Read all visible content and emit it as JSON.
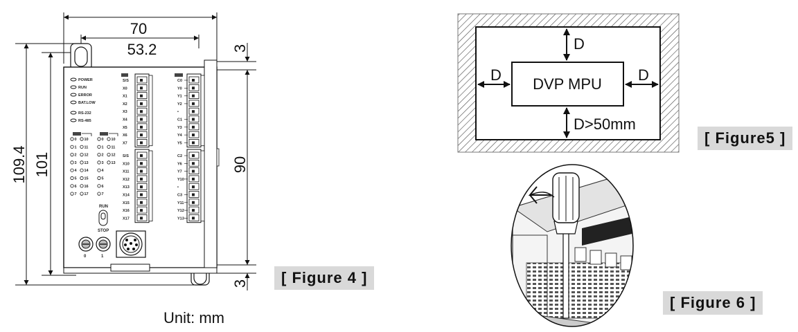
{
  "figure4": {
    "caption": "[ Figure 4 ]",
    "unit_label": "Unit: mm",
    "dims": {
      "width_total": "70",
      "width_holes": "53.2",
      "height_total": "109.4",
      "height_holes": "101",
      "height_body": "90",
      "margin_top": "3",
      "margin_bottom": "3"
    },
    "leds": [
      "POWER",
      "RUN",
      "ERROR",
      "BAT.LOW",
      "RS-232",
      "RS-485"
    ],
    "io_grid_left": [
      [
        "0",
        "10"
      ],
      [
        "1",
        "11"
      ],
      [
        "2",
        "12"
      ],
      [
        "3",
        "13"
      ],
      [
        "4",
        "14"
      ],
      [
        "5",
        "15"
      ],
      [
        "6",
        "16"
      ],
      [
        "7",
        "17"
      ]
    ],
    "io_grid_right": [
      [
        "0",
        "10"
      ],
      [
        "1",
        "11"
      ],
      [
        "2",
        "12"
      ],
      [
        "3",
        "13"
      ],
      [
        "4",
        ""
      ],
      [
        "5",
        ""
      ],
      [
        "6",
        ""
      ],
      [
        "7",
        ""
      ]
    ],
    "inputs_top": [
      "S/S",
      "X0",
      "X1",
      "X2",
      "X3",
      "X4",
      "X5",
      "X6",
      "X7"
    ],
    "inputs_bottom": [
      "S/S",
      "X10",
      "X11",
      "X12",
      "X13",
      "X14",
      "X15",
      "X16",
      "X17"
    ],
    "outputs_top": [
      "C0",
      "Y0",
      "Y1",
      "Y2",
      "•",
      "C1",
      "Y3",
      "Y4",
      "Y5"
    ],
    "outputs_bottom": [
      "C2",
      "Y6",
      "Y7",
      "Y10",
      "•",
      "C3",
      "Y11",
      "Y12",
      "Y13"
    ],
    "switch_label": "RUN",
    "switch_label_2": "STOP",
    "pot_labels": [
      "0",
      "1"
    ]
  },
  "figure5": {
    "caption": "[ Figure5 ]",
    "box_label": "DVP MPU",
    "clearance_label": "D",
    "bottom_label": "D>50mm"
  },
  "figure6": {
    "caption": "[ Figure 6 ]"
  }
}
